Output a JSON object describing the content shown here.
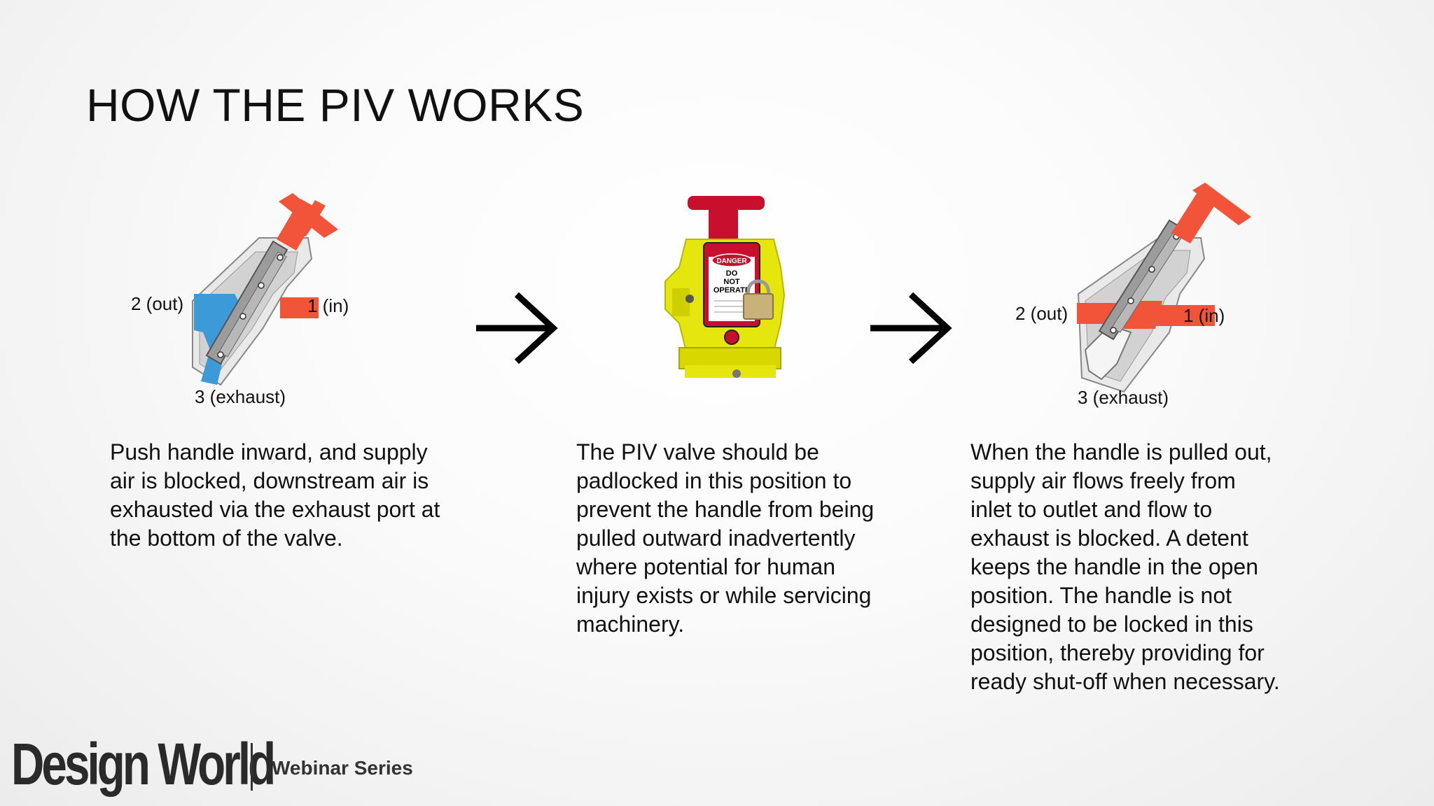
{
  "slide": {
    "title": "HOW THE PIV WORKS"
  },
  "diagram_left": {
    "label_out": "2 (out)",
    "label_in": "1 (in)",
    "label_exhaust": "3 (exhaust)",
    "flow_color": "#3d9ad8",
    "handle_color": "#f2543a"
  },
  "diagram_middle": {
    "tag_header": "DANGER",
    "tag_line1": "DO",
    "tag_line2": "NOT",
    "tag_line3": "OPERATE",
    "body_color": "#e6e60f"
  },
  "diagram_right": {
    "label_out": "2 (out)",
    "label_in": "1 (in)",
    "label_exhaust": "3 (exhaust)",
    "flow_color": "#f2543a",
    "handle_color": "#f2543a"
  },
  "captions": {
    "left": [
      "Push handle inward, and supply",
      "air is blocked, downstream air is",
      "exhausted via the exhaust port at",
      "the bottom of the valve."
    ],
    "middle": [
      "The PIV valve should be",
      "padlocked in this position to",
      "prevent the handle from being",
      "pulled outward inadvertently",
      "where potential for human",
      "injury exists or while servicing",
      "machinery."
    ],
    "right": [
      "When the handle is pulled out,",
      "supply air flows freely from",
      "inlet to outlet and flow to",
      "exhaust is blocked. A detent",
      "keeps the handle in the open",
      "position. The handle is not",
      "designed to be locked in this",
      "position, thereby providing for",
      "ready shut-off when necessary."
    ]
  },
  "footer": {
    "logo": "Design World",
    "series": "Webinar Series"
  }
}
